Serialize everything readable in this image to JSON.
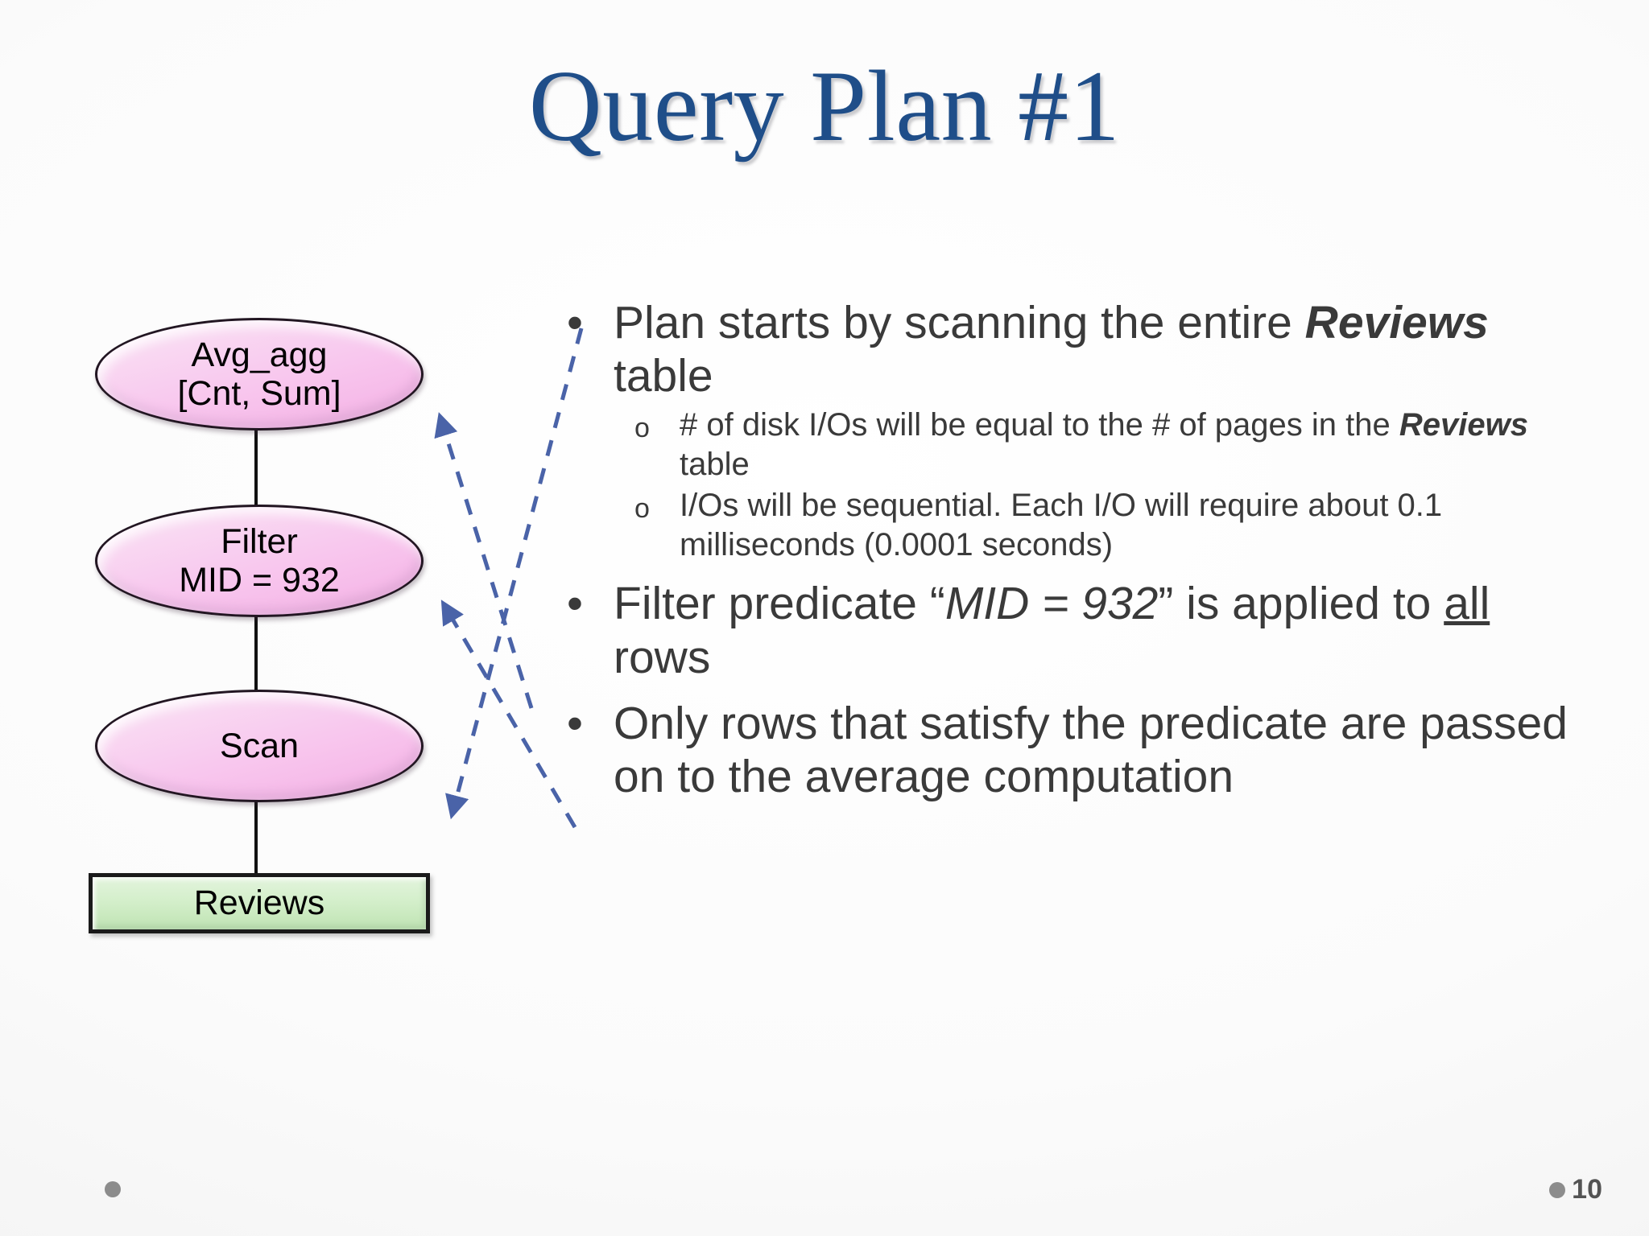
{
  "slide": {
    "title": "Query Plan #1",
    "page_number": "10",
    "accent_color": "#1f4e89",
    "text_color": "#3a3a3a",
    "arrow_color": "#4a63a8",
    "node_fill": "#f8c7ee",
    "table_fill": "#d4efcb"
  },
  "diagram": {
    "nodes": [
      {
        "name": "avg-agg",
        "line1": "Avg_agg",
        "line2": "[Cnt, Sum]",
        "shape": "ellipse"
      },
      {
        "name": "filter",
        "line1": "Filter",
        "line2": "MID = 932",
        "shape": "ellipse"
      },
      {
        "name": "scan",
        "line1": "Scan",
        "line2": "",
        "shape": "ellipse"
      }
    ],
    "table": {
      "name": "reviews-table",
      "label": "Reviews",
      "shape": "rectangle"
    }
  },
  "content": {
    "bullets": [
      {
        "marker": "•",
        "text_parts": [
          {
            "t": "Plan starts by scanning the entire ",
            "style": "normal"
          },
          {
            "t": "Reviews",
            "style": "bold-italic"
          },
          {
            "t": " table",
            "style": "normal"
          }
        ],
        "subbullets": [
          {
            "marker": "o",
            "text_parts": [
              {
                "t": "# of disk I/Os will be equal to the # of pages in the ",
                "style": "normal"
              },
              {
                "t": "Reviews",
                "style": "bold-italic"
              },
              {
                "t": " table",
                "style": "normal"
              }
            ]
          },
          {
            "marker": "o",
            "text_parts": [
              {
                "t": "I/Os will be sequential. Each I/O will require about 0.1 milliseconds (0.0001 seconds)",
                "style": "normal"
              }
            ]
          }
        ]
      },
      {
        "marker": "•",
        "text_parts": [
          {
            "t": "Filter predicate “",
            "style": "normal"
          },
          {
            "t": "MID = 932",
            "style": "italic"
          },
          {
            "t": "” is applied to ",
            "style": "normal"
          },
          {
            "t": "all",
            "style": "underline"
          },
          {
            "t": " rows",
            "style": "normal"
          }
        ],
        "subbullets": []
      },
      {
        "marker": "•",
        "text_parts": [
          {
            "t": "Only rows that satisfy the predicate are passed on to the average computation",
            "style": "normal"
          }
        ],
        "subbullets": []
      }
    ]
  }
}
